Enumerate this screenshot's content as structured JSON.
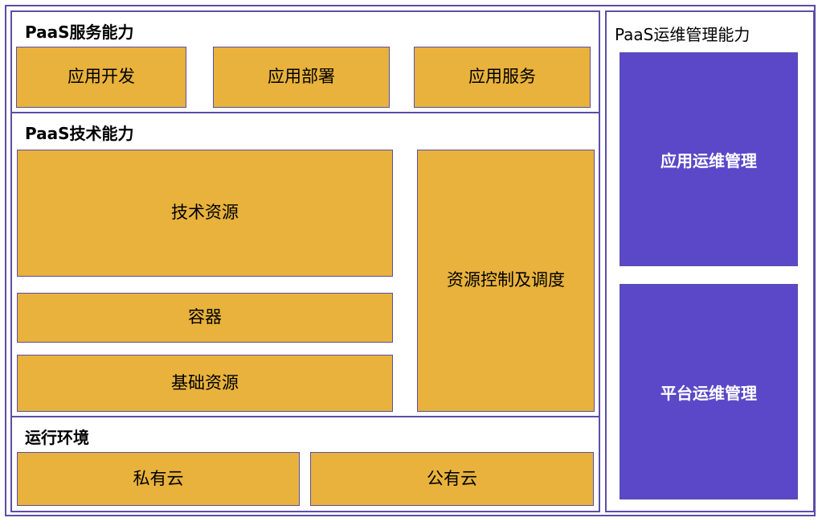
{
  "colors": {
    "gold_fill": "#E8B23C",
    "purple_fill": "#5B48C8",
    "border_purple": "#5B4EA8",
    "title_text": "#000000",
    "purple_box_text": "#FFFFFF"
  },
  "left": {
    "service": {
      "title": "PaaS服务能力",
      "items": [
        "应用开发",
        "应用部署",
        "应用服务"
      ]
    },
    "tech": {
      "title": "PaaS技术能力",
      "stack": [
        "技术资源",
        "容器",
        "基础资源"
      ],
      "scheduler": "资源控制及调度"
    },
    "runtime": {
      "title": "运行环境",
      "items": [
        "私有云",
        "公有云"
      ]
    }
  },
  "right": {
    "title": "PaaS运维管理能力",
    "items": [
      "应用运维管理",
      "平台运维管理"
    ]
  }
}
